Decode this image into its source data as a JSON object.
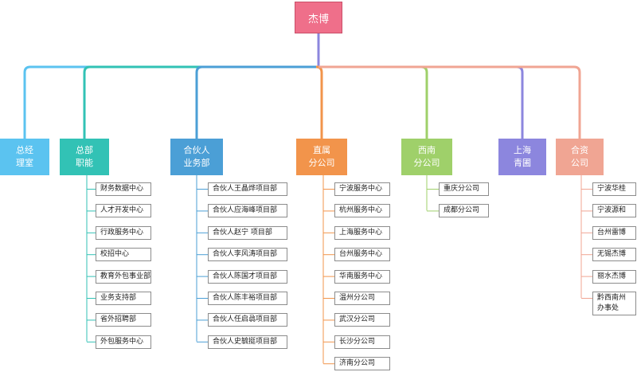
{
  "root": {
    "label": "杰博",
    "color": "#ef6f8a"
  },
  "departments": [
    {
      "id": "d0",
      "lines": [
        "总经",
        "理室"
      ],
      "color": "#5bc3f0",
      "items": []
    },
    {
      "id": "d1",
      "lines": [
        "总部",
        "职能"
      ],
      "color": "#32c2b5",
      "items": [
        "财务数据中心",
        "人才开发中心",
        "行政服务中心",
        "校招中心",
        "教育外包事业部",
        "业务支持部",
        "省外招聘部",
        "外包服务中心"
      ]
    },
    {
      "id": "d2",
      "lines": [
        "合伙人",
        "业务部"
      ],
      "color": "#4b9fd6",
      "items": [
        "合伙人王晶烨项目部",
        "合伙人应海峰项目部",
        "合伙人赵宁 项目部",
        "合伙人李风涛项目部",
        "合伙人陈国才项目部",
        "合伙人陈丰裕项目部",
        "合伙人任启骉项目部",
        "合伙人史毓挺项目部"
      ]
    },
    {
      "id": "d3",
      "lines": [
        "直属",
        "分公司"
      ],
      "color": "#f2944b",
      "items": [
        "宁波服务中心",
        "杭州服务中心",
        "上海服务中心",
        "台州服务中心",
        "华南服务中心",
        "温州分公司",
        "武汉分公司",
        "长沙分公司",
        "济南分公司"
      ]
    },
    {
      "id": "d4",
      "lines": [
        "西南",
        "分公司"
      ],
      "color": "#9fd06a",
      "items": [
        "重庆分公司",
        "成都分公司"
      ]
    },
    {
      "id": "d5",
      "lines": [
        "上海",
        "青圃"
      ],
      "color": "#8c86de",
      "items": []
    },
    {
      "id": "d6",
      "lines": [
        "合资",
        "公司"
      ],
      "color": "#f0a593",
      "items": [
        "宁波华桂",
        "宁波源和",
        "台州雷博",
        "无锡杰博",
        "丽水杰博",
        "黔西南州\n办事处"
      ]
    }
  ]
}
